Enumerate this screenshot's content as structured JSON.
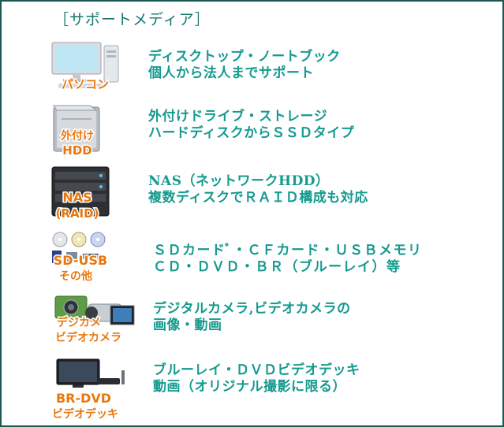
{
  "heading": "［サポートメディア］",
  "items": [
    {
      "icon": "desktop-pc-icon",
      "badge": [
        "パソコン"
      ],
      "lines": [
        "ディスクトップ・ノートブック",
        "個人から法人までサポート"
      ]
    },
    {
      "icon": "external-drive-icon",
      "badge": [
        "外付け",
        "HDD"
      ],
      "lines": [
        "外付けドライブ・ストレージ",
        "ハードディスクからＳＳＤタイプ"
      ]
    },
    {
      "icon": "nas-server-icon",
      "badge": [
        "NAS",
        "(RAID)"
      ],
      "lines": [
        "NAS（ネットワークHDD）",
        "複数ディスクでＲＡＩＤ構成も対応"
      ]
    },
    {
      "icon": "memory-media-icon",
      "badge": [
        "SD-USB",
        "その他"
      ],
      "lines": [
        "ＳＤカードﾞ・ＣＦカード・ＵＳＢメモリ",
        "ＣＤ・ＤＶＤ・ＢＲ（ブルーレイ）等"
      ]
    },
    {
      "icon": "camera-icon",
      "badge": [
        "デジカメ",
        "ビデオカメラ"
      ],
      "lines": [
        "デジタルカメラ,ビデオカメラの",
        "画像・動画"
      ]
    },
    {
      "icon": "tv-recorder-icon",
      "badge": [
        "BR-DVD",
        "ビデオデッキ"
      ],
      "lines": [
        "ブルーレイ・ＤＶＤビデオデッキ",
        "動画（オリジナル撮影に限る）"
      ]
    }
  ],
  "colors": {
    "text": "#159a8f",
    "heading": "#17776f",
    "border": "#1a5a52",
    "badge_fill": "#e8780e",
    "badge_stroke": "#ffffff"
  }
}
